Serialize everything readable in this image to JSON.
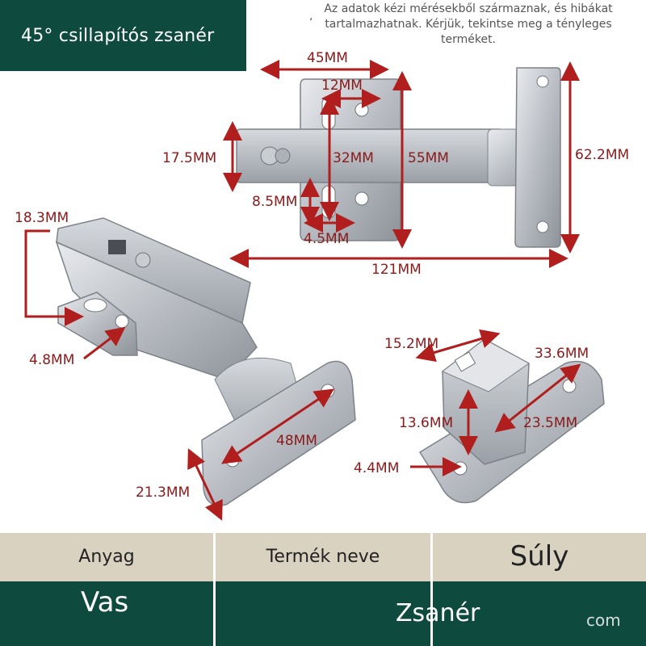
{
  "title": "45° csillapítós zsanér",
  "disclaimer": "Az adatok kézi mérésekből származnak, és hibákat tartalmazhatnak. Kérjük, tekintse meg a tényleges terméket.",
  "disclaimer_mark": "،",
  "dimensions": {
    "top_width": "45MM",
    "hole_spacing": "12MM",
    "left_height": "17.5MM",
    "center_length": "32MM",
    "plate_height": "55MM",
    "total_height": "62.2MM",
    "slot_gap": "8.5MM",
    "bottom_width": "4.5MM",
    "total_length": "121MM",
    "cup_height": "18.3MM",
    "screw_hole": "4.8MM",
    "plate_length": "48MM",
    "plate_width": "21.3MM",
    "base_width": "15.2MM",
    "base_length": "33.6MM",
    "base_height": "13.6MM",
    "base_depth": "23.5MM",
    "base_hole": "4.4MM"
  },
  "table": {
    "headers": [
      "Anyag",
      "Termék neve",
      "Súly"
    ],
    "values": [
      "Vas",
      "Zsanér"
    ],
    "watermark": "com"
  },
  "colors": {
    "brand_green": "#0f4a3f",
    "header_beige": "#d9d2c0",
    "dimension_red": "#8a1a1a"
  }
}
